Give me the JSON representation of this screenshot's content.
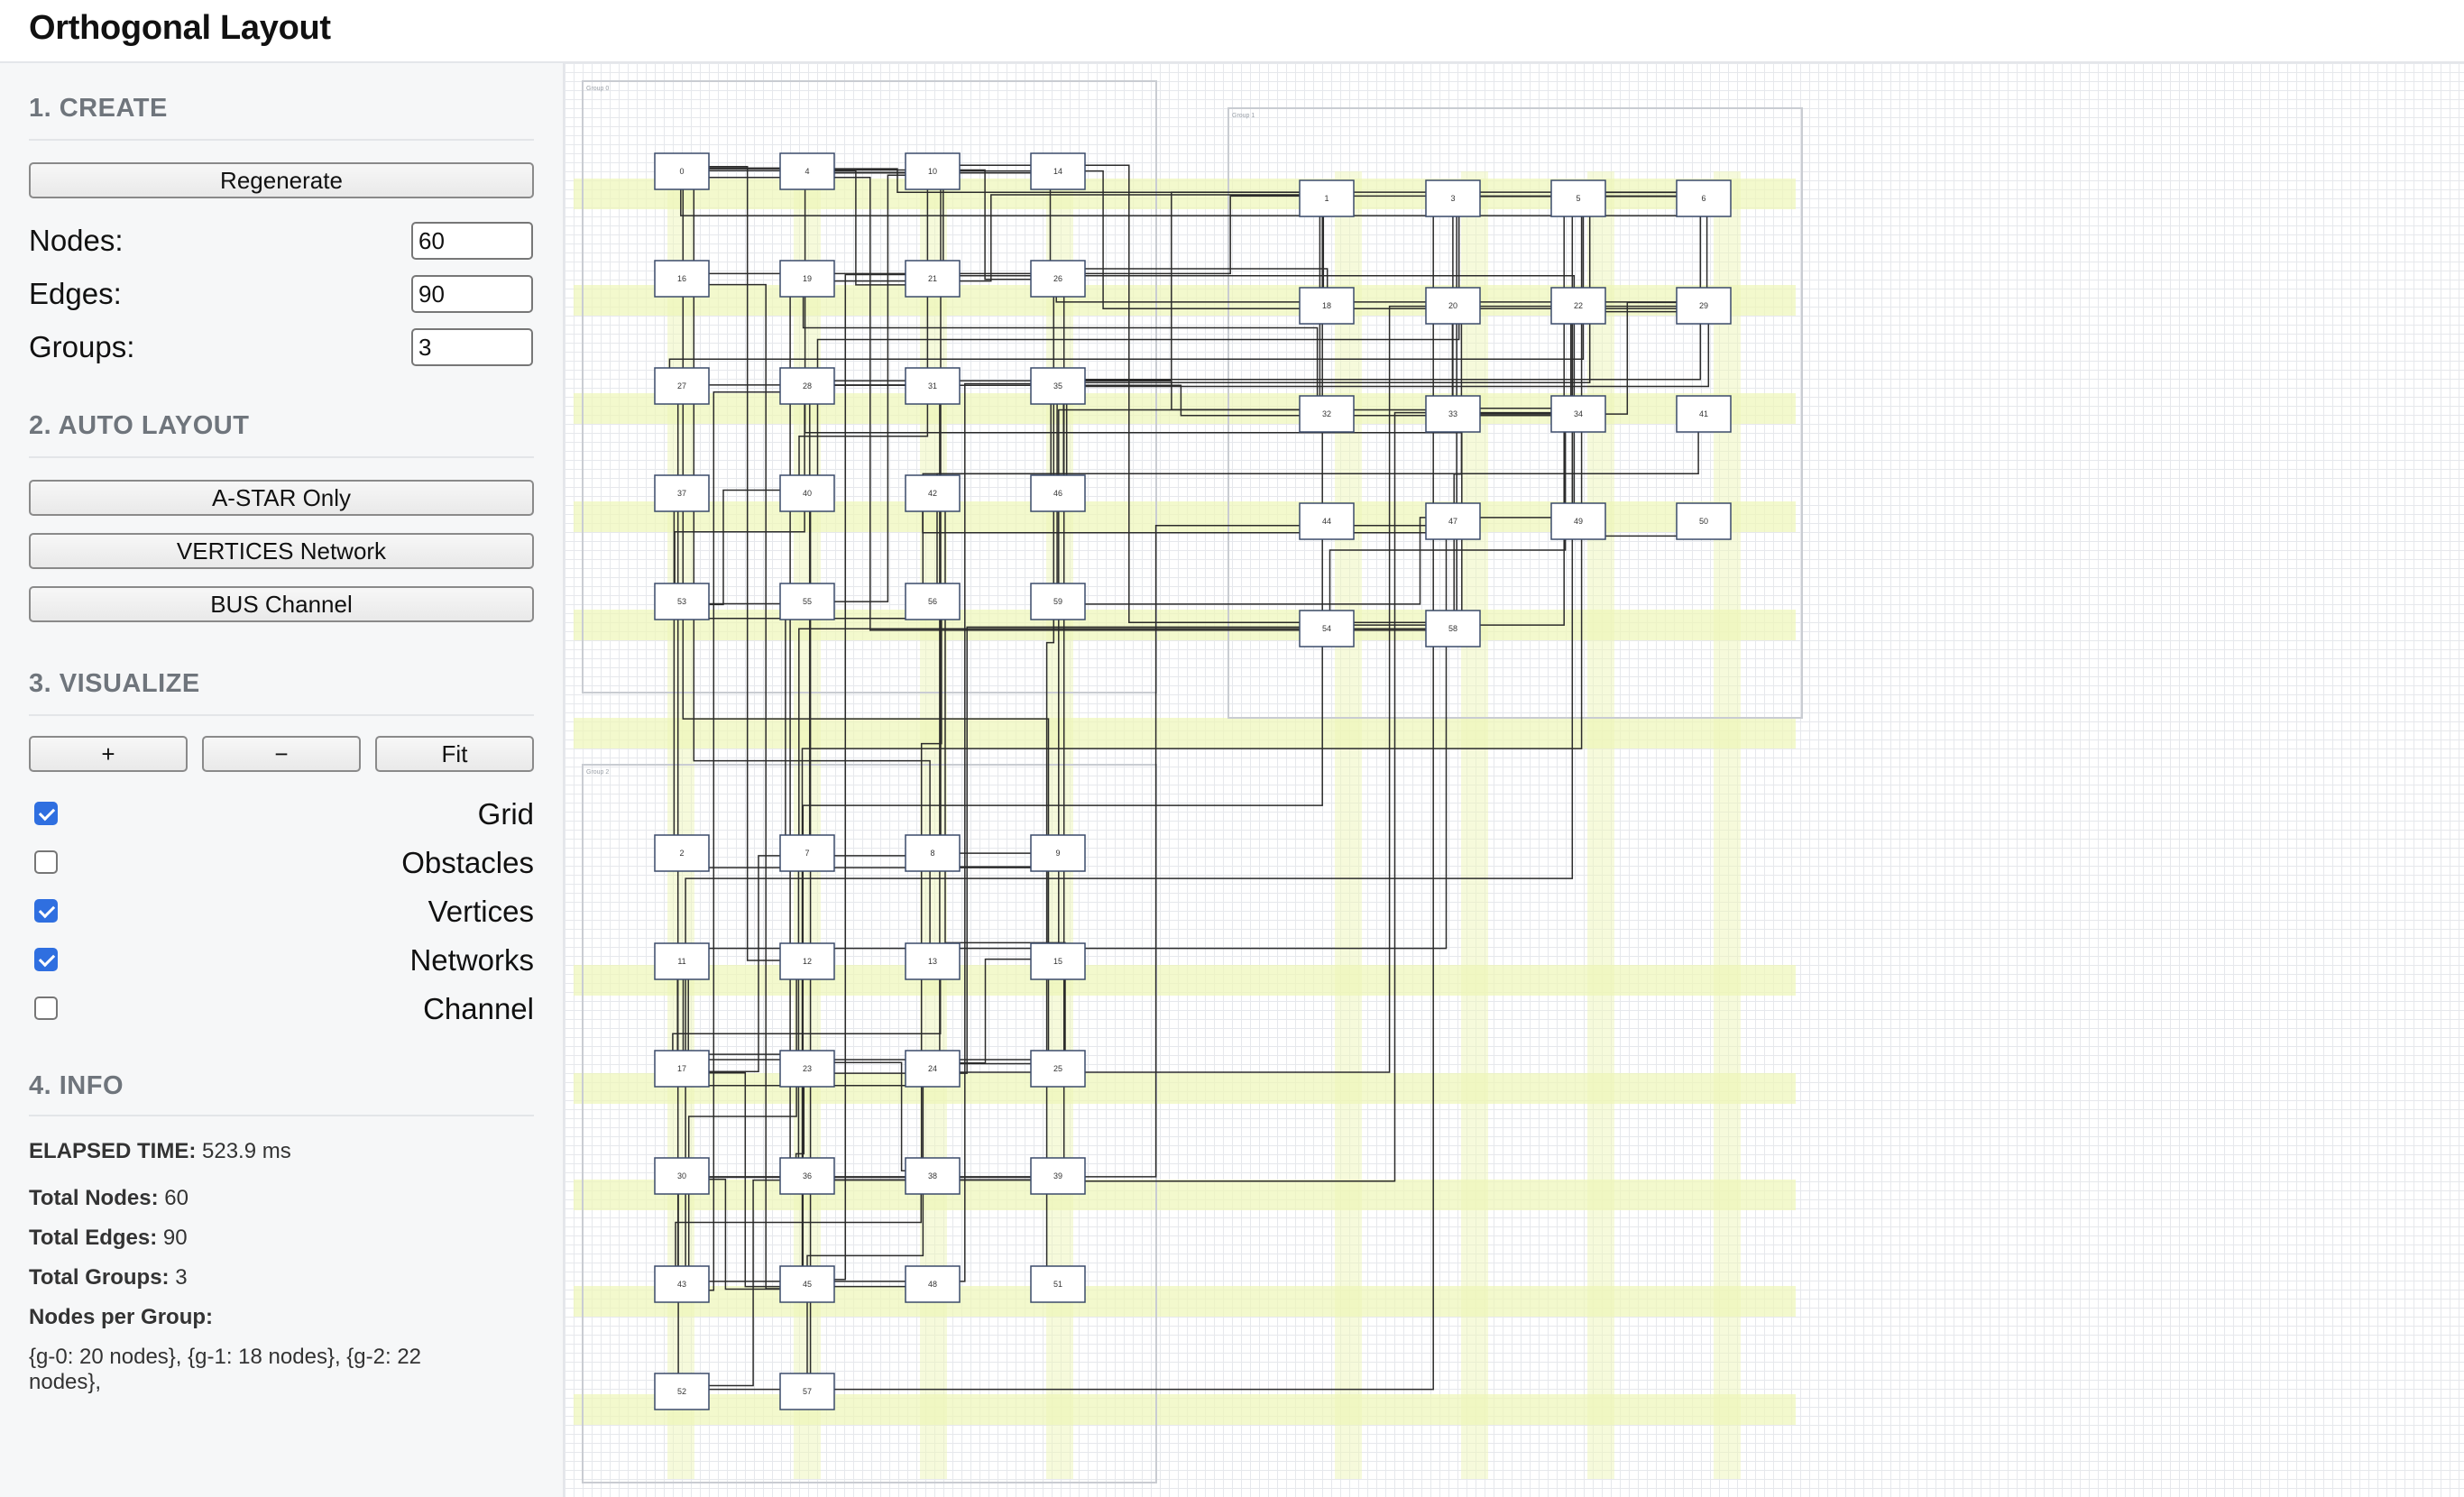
{
  "app": {
    "title": "Orthogonal Layout"
  },
  "create": {
    "title": "1. CREATE",
    "regenerate_label": "Regenerate",
    "nodes_label": "Nodes:",
    "nodes_value": "60",
    "edges_label": "Edges:",
    "edges_value": "90",
    "groups_label": "Groups:",
    "groups_value": "3"
  },
  "auto_layout": {
    "title": "2. AUTO LAYOUT",
    "astar_label": "A-STAR Only",
    "vertices_label": "VERTICES Network",
    "bus_label": "BUS Channel"
  },
  "visualize": {
    "title": "3. VISUALIZE",
    "zoom_in_label": "+",
    "zoom_out_label": "−",
    "fit_label": "Fit",
    "toggles": [
      {
        "label": "Grid",
        "checked": true
      },
      {
        "label": "Obstacles",
        "checked": false
      },
      {
        "label": "Vertices",
        "checked": true
      },
      {
        "label": "Networks",
        "checked": true
      },
      {
        "label": "Channel",
        "checked": false
      }
    ]
  },
  "info": {
    "title": "4. INFO",
    "elapsed_label": "ELAPSED TIME:",
    "elapsed_value": "523.9 ms",
    "total_nodes_label": "Total Nodes:",
    "total_nodes_value": "60",
    "total_edges_label": "Total Edges:",
    "total_edges_value": "90",
    "total_groups_label": "Total Groups:",
    "total_groups_value": "3",
    "nodes_per_group_label": "Nodes per Group:",
    "nodes_per_group_value_1": "{g-0: 20 nodes}, {g-1: 18 nodes}, {g-2: 22",
    "nodes_per_group_value_2": "nodes},"
  },
  "diagram": {
    "group_labels": [
      "Group 0",
      "Group 1",
      "Group 2"
    ],
    "group_a": [
      [
        "0",
        "4",
        "10",
        "14"
      ],
      [
        "16",
        "19",
        "21",
        "26"
      ],
      [
        "27",
        "28",
        "31",
        "35"
      ],
      [
        "37",
        "40",
        "42",
        "46"
      ],
      [
        "53",
        "55",
        "56",
        "59"
      ]
    ],
    "group_b": [
      [
        "1",
        "3",
        "5",
        "6"
      ],
      [
        "18",
        "20",
        "22",
        "29"
      ],
      [
        "32",
        "33",
        "34",
        "41"
      ],
      [
        "44",
        "47",
        "49",
        "50"
      ],
      [
        "54",
        "58"
      ]
    ],
    "group_c": [
      [
        "2",
        "7",
        "8",
        "9"
      ],
      [
        "11",
        "12",
        "13",
        "15"
      ],
      [
        "17",
        "23",
        "24",
        "25"
      ],
      [
        "30",
        "36",
        "38",
        "39"
      ],
      [
        "43",
        "45",
        "48",
        "51"
      ],
      [
        "52",
        "57"
      ]
    ],
    "colors": {
      "node_stroke": "#3a4a6a",
      "edge": "#2b2b2b",
      "group_border": "#c9ccd2",
      "vertex_highlight": "#eef6b8"
    }
  }
}
